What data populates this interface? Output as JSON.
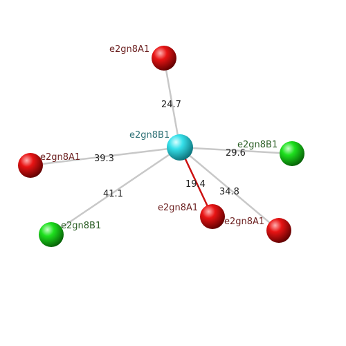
{
  "center": {
    "label": "e2gn8B1",
    "color": "#2ad4dc",
    "label_color": "#2b6f74"
  },
  "nodes": [
    {
      "id": "n1",
      "label": "e2gn8A1",
      "distance": "24.7",
      "kind": "red",
      "bond": "grey"
    },
    {
      "id": "n2",
      "label": "e2gn8A1",
      "distance": "39.3",
      "kind": "red",
      "bond": "grey"
    },
    {
      "id": "n3",
      "label": "e2gn8B1",
      "distance": "29.6",
      "kind": "green",
      "bond": "grey"
    },
    {
      "id": "n4",
      "label": "e2gn8B1",
      "distance": "41.1",
      "kind": "green",
      "bond": "grey"
    },
    {
      "id": "n5",
      "label": "e2gn8A1",
      "distance": "19.4",
      "kind": "red",
      "bond": "red"
    },
    {
      "id": "n6",
      "label": "e2gn8A1",
      "distance": "34.8",
      "kind": "red",
      "bond": "grey"
    }
  ],
  "colors": {
    "red_atom": "#e01010",
    "green_atom": "#18d418",
    "red_label": "#6b1f1f",
    "green_label": "#2b5e25",
    "grey_bond": "#c8c8c8",
    "red_bond": "#cc1111"
  }
}
